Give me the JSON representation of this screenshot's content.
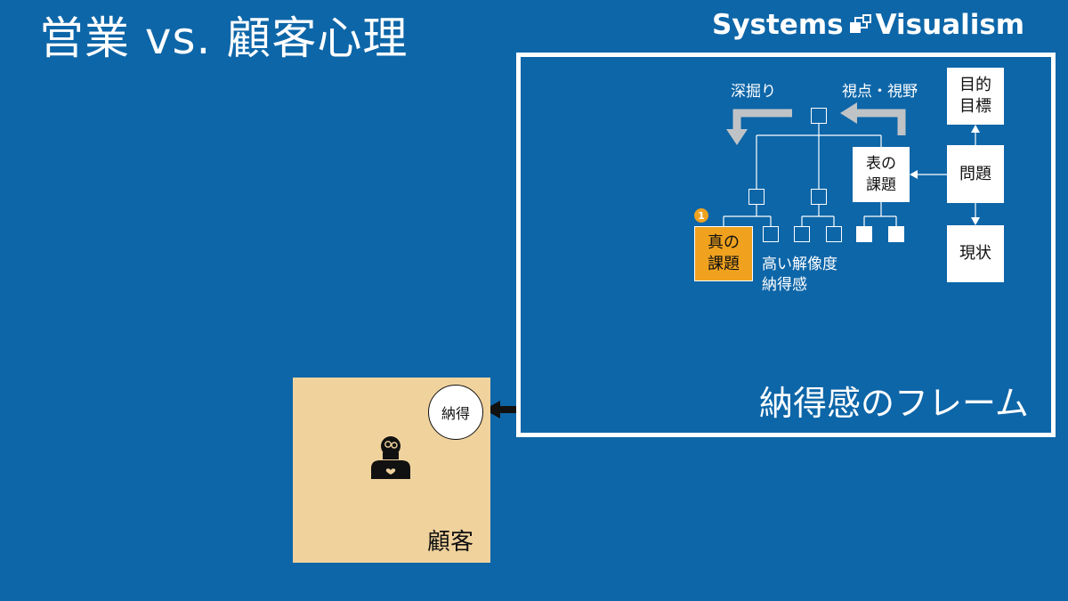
{
  "header": {
    "title": "営業 vs. 顧客心理",
    "brand_left": "Systems",
    "brand_right": "Visualism"
  },
  "frame": {
    "label": "納得感のフレーム",
    "deep_dig_label": "深掘り",
    "viewpoint_label": "視点・視野",
    "goal": [
      "目的",
      "目標"
    ],
    "problem": "問題",
    "current_state": "現状",
    "surface_issue": [
      "表の",
      "課題"
    ],
    "true_issue": [
      "真の",
      "課題"
    ],
    "true_issue_badge": "1",
    "resolution_note": [
      "高い解像度",
      "納得感"
    ]
  },
  "customer": {
    "label": "顧客",
    "nattoku": "納得"
  },
  "colors": {
    "background": "#0d66a8",
    "accent_orange": "#f0a21f",
    "customer_panel": "#f0d29d",
    "arrow_gray": "#bfc3c6"
  }
}
